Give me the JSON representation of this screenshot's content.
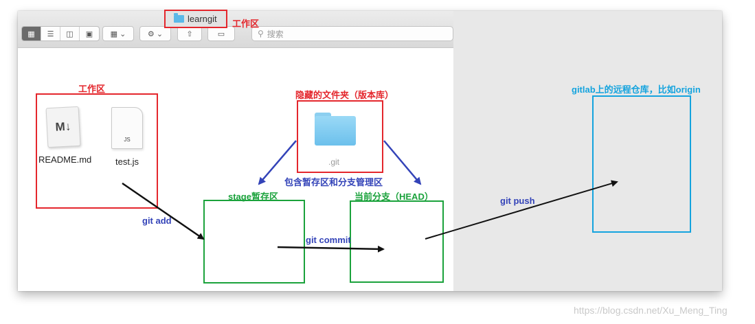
{
  "window": {
    "title": "learngit",
    "title_annotation": "工作区",
    "search_placeholder": "搜索"
  },
  "labels": {
    "workspace": "工作区",
    "hidden_folder": "隐藏的文件夹（版本库）",
    "contains": "包含暂存区和分支管理区",
    "stage": "stage暂存区",
    "current_branch": "当前分支（HEAD）",
    "remote": "gitlab上的远程仓库，比如origin",
    "git_add": "git add",
    "git_commit": "git commit",
    "git_push": "git push"
  },
  "files": {
    "readme": "README.md",
    "readme_icon_text": "M↓",
    "testjs": "test.js",
    "testjs_icon_text": "JS",
    "git_folder": ".git"
  },
  "watermark": "https://blog.csdn.net/Xu_Meng_Ting",
  "colors": {
    "red": "#e4262c",
    "green": "#1aa23b",
    "blue": "#3343b8",
    "cyan": "#13a3de"
  }
}
